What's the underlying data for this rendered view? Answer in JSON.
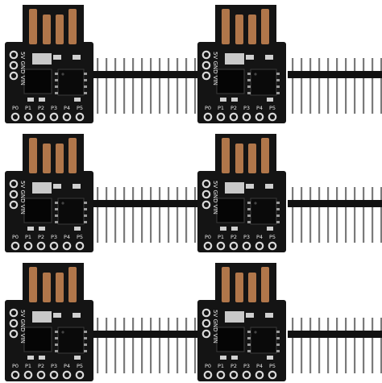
{
  "colors": {
    "background": "#ffffff",
    "board": "#141414",
    "usb_contact": "#b0764a",
    "silkscreen": "#e8e8e8",
    "pad": "#d9d9d9",
    "header_plastic": "#111111",
    "header_pin": "#7a7a7a"
  },
  "board_silk": {
    "side_label": "5V GND VIN",
    "pin_labels": [
      "P0",
      "P1",
      "P2",
      "P3",
      "P4",
      "P5"
    ]
  },
  "layout": {
    "rows": 3,
    "cols": 2,
    "header_pin_count": 12
  },
  "icons": {
    "board": "digispark-attiny85-board-icon",
    "header": "pin-header-strip-icon"
  }
}
